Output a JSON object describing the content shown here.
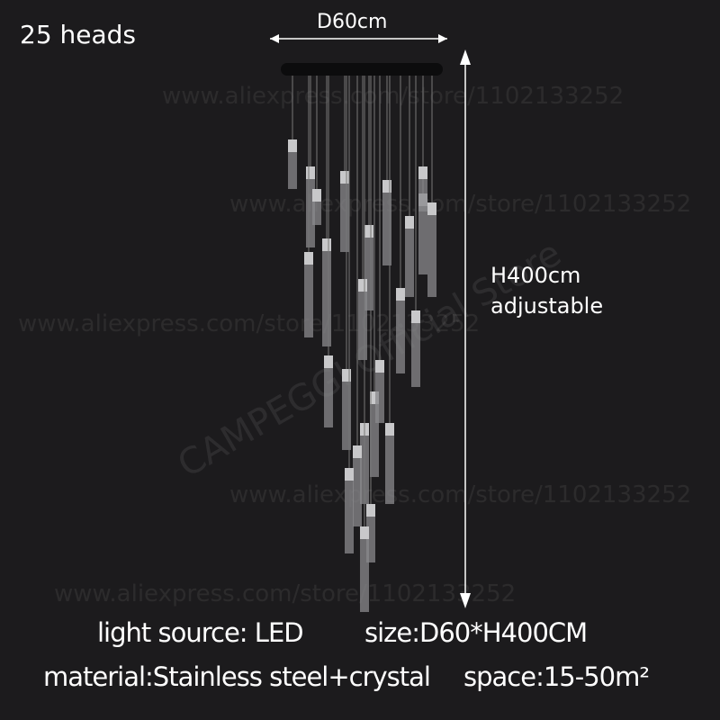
{
  "overlay": {
    "heads": "25 heads",
    "diameter": "D60cm",
    "height": "H400cm",
    "height_note": "adjustable",
    "light_source": "light source: LED",
    "size": "size:D60*H400CM",
    "material": "material:Stainless steel+crystal",
    "space": "space:15-50m²"
  },
  "watermarks": {
    "url": "www.aliexpress.com/store/1102133252",
    "brand": "CAMPEGGI Official Store"
  },
  "colors": {
    "background": "#1c1b1d",
    "text": "#ffffff"
  }
}
